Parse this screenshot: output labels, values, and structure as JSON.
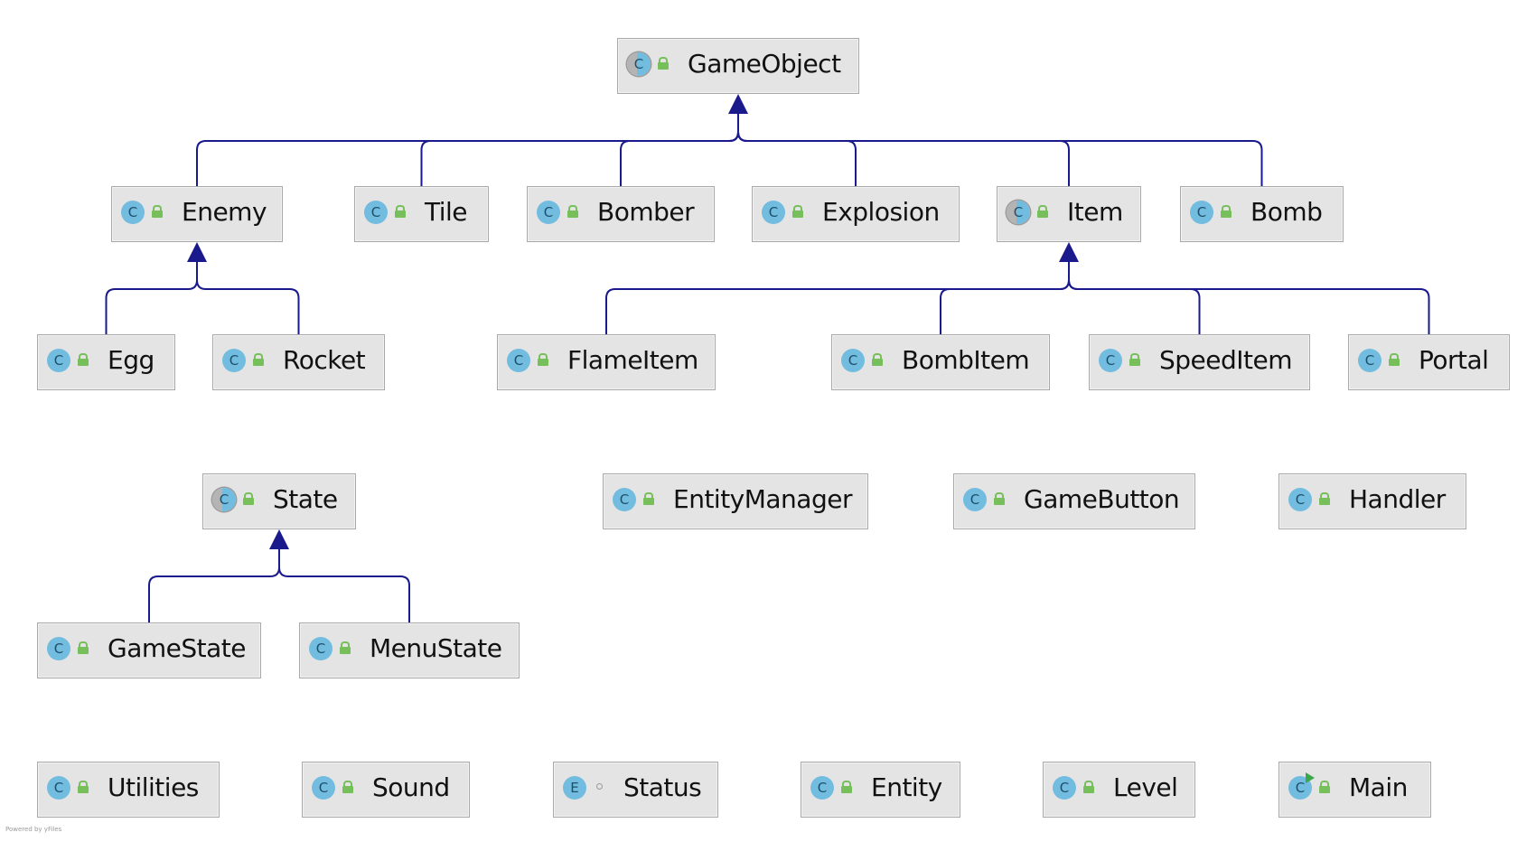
{
  "diagram": {
    "colors": {
      "edge": "#1a1a8c",
      "node_fill": "#e4e4e4",
      "node_border": "#a9a9a9",
      "class_icon": "#72bce0",
      "lock_icon": "#76bf5a"
    },
    "nodes": [
      {
        "id": "GameObject",
        "label": "GameObject",
        "icon": "abstract-class-icon",
        "marker": "C",
        "access": "public-lock-icon"
      },
      {
        "id": "Enemy",
        "label": "Enemy",
        "icon": "class-icon",
        "marker": "C",
        "access": "public-lock-icon"
      },
      {
        "id": "Tile",
        "label": "Tile",
        "icon": "class-icon",
        "marker": "C",
        "access": "public-lock-icon"
      },
      {
        "id": "Bomber",
        "label": "Bomber",
        "icon": "class-icon",
        "marker": "C",
        "access": "public-lock-icon"
      },
      {
        "id": "Explosion",
        "label": "Explosion",
        "icon": "class-icon",
        "marker": "C",
        "access": "public-lock-icon"
      },
      {
        "id": "Item",
        "label": "Item",
        "icon": "abstract-class-icon",
        "marker": "C",
        "access": "public-lock-icon"
      },
      {
        "id": "Bomb",
        "label": "Bomb",
        "icon": "class-icon",
        "marker": "C",
        "access": "public-lock-icon"
      },
      {
        "id": "Egg",
        "label": "Egg",
        "icon": "class-icon",
        "marker": "C",
        "access": "public-lock-icon"
      },
      {
        "id": "Rocket",
        "label": "Rocket",
        "icon": "class-icon",
        "marker": "C",
        "access": "public-lock-icon"
      },
      {
        "id": "FlameItem",
        "label": "FlameItem",
        "icon": "class-icon",
        "marker": "C",
        "access": "public-lock-icon"
      },
      {
        "id": "BombItem",
        "label": "BombItem",
        "icon": "class-icon",
        "marker": "C",
        "access": "public-lock-icon"
      },
      {
        "id": "SpeedItem",
        "label": "SpeedItem",
        "icon": "class-icon",
        "marker": "C",
        "access": "public-lock-icon"
      },
      {
        "id": "Portal",
        "label": "Portal",
        "icon": "class-icon",
        "marker": "C",
        "access": "public-lock-icon"
      },
      {
        "id": "State",
        "label": "State",
        "icon": "abstract-class-icon",
        "marker": "C",
        "access": "public-lock-icon"
      },
      {
        "id": "EntityManager",
        "label": "EntityManager",
        "icon": "class-icon",
        "marker": "C",
        "access": "public-lock-icon"
      },
      {
        "id": "GameButton",
        "label": "GameButton",
        "icon": "class-icon",
        "marker": "C",
        "access": "public-lock-icon"
      },
      {
        "id": "Handler",
        "label": "Handler",
        "icon": "class-icon",
        "marker": "C",
        "access": "public-lock-icon"
      },
      {
        "id": "GameState",
        "label": "GameState",
        "icon": "class-icon",
        "marker": "C",
        "access": "public-lock-icon"
      },
      {
        "id": "MenuState",
        "label": "MenuState",
        "icon": "class-icon",
        "marker": "C",
        "access": "public-lock-icon"
      },
      {
        "id": "Utilities",
        "label": "Utilities",
        "icon": "class-icon",
        "marker": "C",
        "access": "public-lock-icon"
      },
      {
        "id": "Sound",
        "label": "Sound",
        "icon": "class-icon",
        "marker": "C",
        "access": "public-lock-icon"
      },
      {
        "id": "Status",
        "label": "Status",
        "icon": "enum-icon",
        "marker": "E",
        "access": "package-private-icon"
      },
      {
        "id": "Entity",
        "label": "Entity",
        "icon": "class-icon",
        "marker": "C",
        "access": "public-lock-icon"
      },
      {
        "id": "Level",
        "label": "Level",
        "icon": "class-icon",
        "marker": "C",
        "access": "public-lock-icon"
      },
      {
        "id": "Main",
        "label": "Main",
        "icon": "runnable-class-icon",
        "marker": "C",
        "access": "public-lock-icon"
      }
    ],
    "edges": [
      {
        "from": "Enemy",
        "to": "GameObject",
        "type": "inheritance"
      },
      {
        "from": "Tile",
        "to": "GameObject",
        "type": "inheritance"
      },
      {
        "from": "Bomber",
        "to": "GameObject",
        "type": "inheritance"
      },
      {
        "from": "Explosion",
        "to": "GameObject",
        "type": "inheritance"
      },
      {
        "from": "Item",
        "to": "GameObject",
        "type": "inheritance"
      },
      {
        "from": "Bomb",
        "to": "GameObject",
        "type": "inheritance"
      },
      {
        "from": "Egg",
        "to": "Enemy",
        "type": "inheritance"
      },
      {
        "from": "Rocket",
        "to": "Enemy",
        "type": "inheritance"
      },
      {
        "from": "FlameItem",
        "to": "Item",
        "type": "inheritance"
      },
      {
        "from": "BombItem",
        "to": "Item",
        "type": "inheritance"
      },
      {
        "from": "SpeedItem",
        "to": "Item",
        "type": "inheritance"
      },
      {
        "from": "Portal",
        "to": "Item",
        "type": "inheritance"
      },
      {
        "from": "GameState",
        "to": "State",
        "type": "inheritance"
      },
      {
        "from": "MenuState",
        "to": "State",
        "type": "inheritance"
      }
    ],
    "credit": "Powered by yFiles"
  }
}
